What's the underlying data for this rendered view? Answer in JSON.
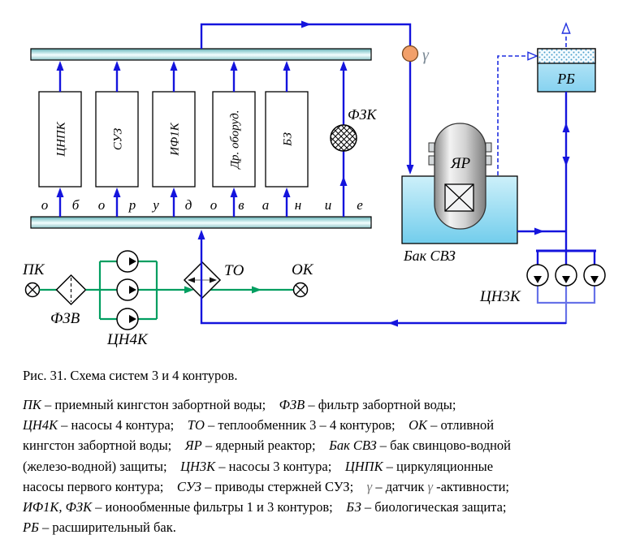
{
  "figure": {
    "boxes": [
      "ЦНПК",
      "СУЗ",
      "ИФ1К",
      "Др. оборуд.",
      "БЗ"
    ],
    "letters": [
      "о",
      "б",
      "о",
      "р",
      "у",
      "д",
      "о",
      "в",
      "а",
      "н",
      "и",
      "е"
    ],
    "labels": {
      "pk": "ПК",
      "fzv": "ФЗВ",
      "cn4k": "ЦН4К",
      "to": "ТО",
      "ok": "ОК",
      "fzk": "ФЗК",
      "gamma": "γ",
      "yar": "ЯР",
      "tank": "Бак  СВЗ",
      "cn3k": "ЦН3К",
      "rb": "РБ"
    }
  },
  "colors": {
    "line_blue": "#1414dd",
    "line_blue_light": "#6672e8",
    "line_green": "#009e60",
    "gamma_sensor_fill": "#f2a06a",
    "pipe_cyan": "#9fd4d6",
    "tank_cyan_top": "#cdf0fa",
    "tank_cyan_bottom": "#72cdec"
  },
  "caption": {
    "title": "Рис. 31. Схема систем 3 и 4 контуров.",
    "lines": [
      [
        {
          "t": "ПК",
          "i": true
        },
        {
          "t": " – приемный кингстон забортной воды;    "
        },
        {
          "t": "ФЗВ",
          "i": true
        },
        {
          "t": " – фильтр забортной воды;"
        }
      ],
      [
        {
          "t": "ЦН4К",
          "i": true
        },
        {
          "t": " – насосы 4 контура;    "
        },
        {
          "t": "ТО",
          "i": true
        },
        {
          "t": " – теплообменник 3 – 4 контуров;    "
        },
        {
          "t": "ОК",
          "i": true
        },
        {
          "t": " – отливной"
        }
      ],
      [
        {
          "t": "кингстон забортной воды;    "
        },
        {
          "t": "ЯР",
          "i": true
        },
        {
          "t": " – ядерный реактор;    "
        },
        {
          "t": "Бак СВЗ",
          "i": true
        },
        {
          "t": " – бак свинцово-водной"
        }
      ],
      [
        {
          "t": "(железо-водной) защиты;    "
        },
        {
          "t": "ЦН3К",
          "i": true
        },
        {
          "t": " – насосы 3 контура;    "
        },
        {
          "t": "ЦНПК",
          "i": true
        },
        {
          "t": " – циркуляционные"
        }
      ],
      [
        {
          "t": "насосы первого контура;    "
        },
        {
          "t": "СУЗ",
          "i": true
        },
        {
          "t": " – приводы стержней СУЗ;    "
        },
        {
          "t": "γ",
          "i": true,
          "g": true
        },
        {
          "t": " – датчик "
        },
        {
          "t": "γ",
          "i": true,
          "g": true
        },
        {
          "t": " -активности;"
        }
      ],
      [
        {
          "t": "ИФ1К, ФЗК",
          "i": true
        },
        {
          "t": " – ионообменные фильтры 1 и 3 контуров;    "
        },
        {
          "t": "БЗ",
          "i": true
        },
        {
          "t": " – биологическая защита;"
        }
      ],
      [
        {
          "t": "РБ",
          "i": true
        },
        {
          "t": " – расширительный бак."
        }
      ]
    ]
  }
}
